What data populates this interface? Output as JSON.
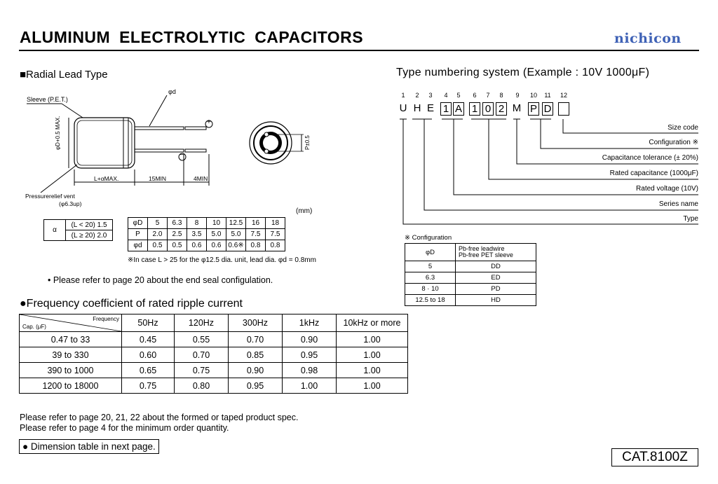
{
  "header": {
    "title": "ALUMINUM  ELECTROLYTIC  CAPACITORS",
    "brand": "nichicon"
  },
  "radial": {
    "heading": "■Radial Lead Type",
    "labels": {
      "sleeve": "Sleeve (P.E.T.)",
      "phi_d": "φd",
      "phiD_max": "φD+0.5 MAX.",
      "L_max": "L+αMAX.",
      "min15": "15MIN",
      "min4": "4MIN",
      "relief": "Pressurerelief vent",
      "relief_sub": "(φ6.3up)",
      "p05": "P±0.5",
      "plus": "+",
      "minus": "−",
      "mm": "(mm)"
    },
    "alpha_table": {
      "symbol": "α",
      "rows": [
        "(L < 20) 1.5",
        "(L ≥ 20) 2.0"
      ]
    },
    "dim_table": {
      "rows": [
        [
          "φD",
          "5",
          "6.3",
          "8",
          "10",
          "12.5",
          "16",
          "18"
        ],
        [
          "P",
          "2.0",
          "2.5",
          "3.5",
          "5.0",
          "5.0",
          "7.5",
          "7.5"
        ],
        [
          "φd",
          "0.5",
          "0.5",
          "0.6",
          "0.6",
          "0.6※",
          "0.8",
          "0.8"
        ]
      ]
    },
    "dim_note": "※In case L > 25 for the φ12.5 dia. unit, lead dia. φd = 0.8mm",
    "end_seal_note": "• Please refer to page 20 about the end seal configulation."
  },
  "frequency": {
    "heading": "●Frequency coefficient of rated ripple current",
    "corner_top": "Frequency",
    "corner_bottom": "Cap. (μF)",
    "columns": [
      "50Hz",
      "120Hz",
      "300Hz",
      "1kHz",
      "10kHz or more"
    ],
    "rows": [
      {
        "cap": "0.47 to 33",
        "values": [
          "0.45",
          "0.55",
          "0.70",
          "0.90",
          "1.00"
        ]
      },
      {
        "cap": "39  to 330",
        "values": [
          "0.60",
          "0.70",
          "0.85",
          "0.95",
          "1.00"
        ]
      },
      {
        "cap": "390 to 1000",
        "values": [
          "0.65",
          "0.75",
          "0.90",
          "0.98",
          "1.00"
        ]
      },
      {
        "cap": "1200 to 18000",
        "values": [
          "0.75",
          "0.80",
          "0.95",
          "1.00",
          "1.00"
        ]
      }
    ]
  },
  "footer": {
    "note1": "Please refer to page 20, 21, 22 about the formed or taped product spec.",
    "note2": "Please refer to page 4 for the minimum order quantity.",
    "dim_table_button": "● Dimension table in next page.",
    "catalog": "CAT.8100Z"
  },
  "typenum": {
    "heading": "Type numbering system (Example : 10V 1000μF)",
    "positions": [
      "1",
      "2",
      "3",
      "4",
      "5",
      "6",
      "7",
      "8",
      "9",
      "10",
      "11",
      "12"
    ],
    "chars": [
      "U",
      "H",
      "E",
      "1",
      "A",
      "1",
      "0",
      "2",
      "M",
      "P",
      "D",
      ""
    ],
    "labels": [
      "Size code",
      "Configuration ※",
      "Capacitance tolerance (± 20%)",
      "Rated capacitance (1000μF)",
      "Rated voltage (10V)",
      "Series name",
      "Type"
    ],
    "config_heading": "※ Configuration",
    "config_header": [
      "φD",
      "Pb-free leadwire",
      "Pb-free PET sleeve"
    ],
    "config_rows": [
      [
        "5",
        "DD"
      ],
      [
        "6.3",
        "ED"
      ],
      [
        "8 · 10",
        "PD"
      ],
      [
        "12.5 to 18",
        "HD"
      ]
    ]
  }
}
